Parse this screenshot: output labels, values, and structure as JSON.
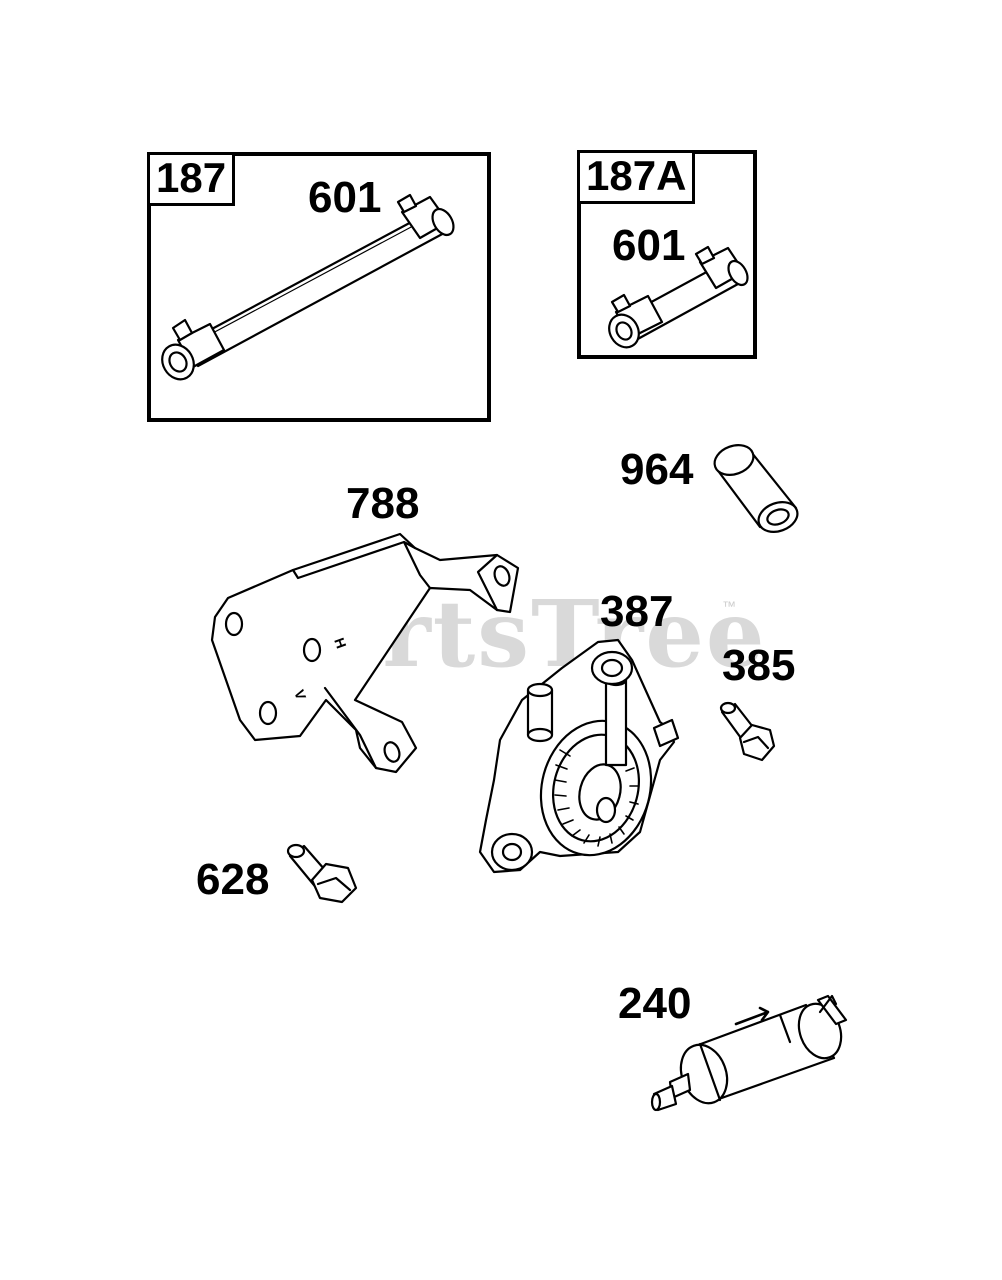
{
  "watermark": {
    "text": "PartsTree",
    "trademark": "™"
  },
  "kits": [
    {
      "id": "kit-187",
      "label": "187",
      "part": "601"
    },
    {
      "id": "kit-187a",
      "label": "187A",
      "part": "601"
    }
  ],
  "parts": {
    "p964": "964",
    "p788": "788",
    "p387": "387",
    "p385": "385",
    "p628": "628",
    "p240": "240"
  },
  "colors": {
    "line": "#000000",
    "watermark": "#d9d9d9",
    "background": "#ffffff"
  }
}
